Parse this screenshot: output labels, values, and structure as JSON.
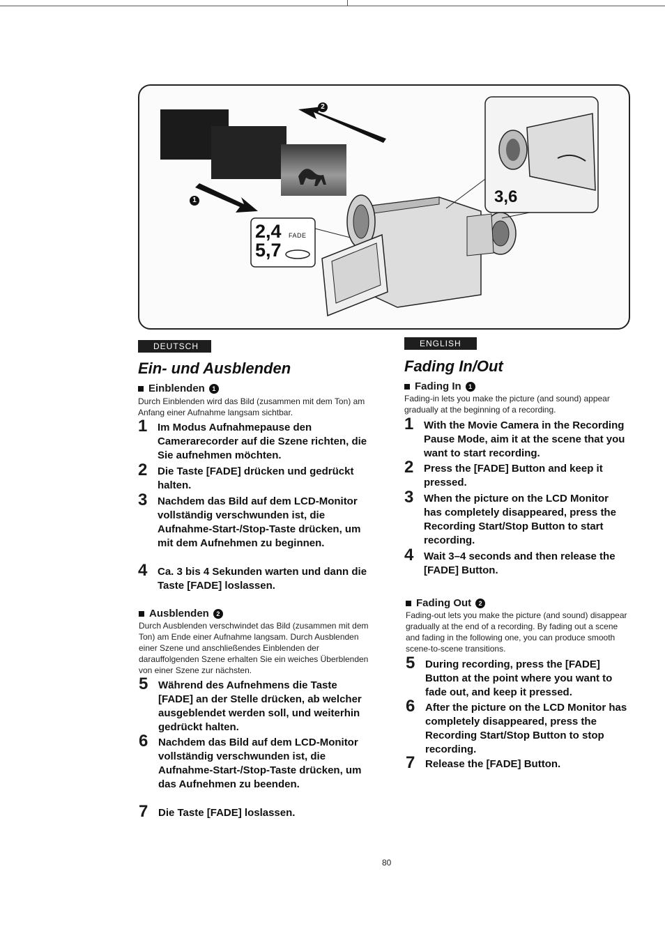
{
  "figure": {
    "callouts": {
      "steps_a": "2,4",
      "steps_b": "5,7",
      "steps_c": "3,6",
      "button_label": "FADE"
    },
    "markers": {
      "fade_in": "1",
      "fade_out": "2"
    }
  },
  "deutsch": {
    "lang_tag": "DEUTSCH",
    "title": "Ein- und Ausblenden",
    "fade_in": {
      "heading": "Einblenden",
      "marker": "1",
      "intro": "Durch Einblenden wird das Bild (zusammen mit dem Ton) am Anfang einer Aufnahme langsam sichtbar.",
      "steps": [
        {
          "n": "1",
          "text": "Im Modus Aufnahmepause den Camerarecorder auf die Szene richten, die Sie aufnehmen möchten."
        },
        {
          "n": "2",
          "text": "Die Taste [FADE] drücken und gedrückt halten."
        },
        {
          "n": "3",
          "text": "Nachdem das Bild auf dem LCD-Monitor vollständig verschwunden ist, die Aufnahme-Start-/Stop-Taste drücken, um mit dem Aufnehmen zu beginnen."
        },
        {
          "n": "4",
          "text": "Ca. 3 bis 4 Sekunden warten und dann die Taste [FADE] loslassen."
        }
      ]
    },
    "fade_out": {
      "heading": "Ausblenden",
      "marker": "2",
      "intro": "Durch Ausblenden verschwindet das Bild (zusammen mit dem Ton) am Ende einer Aufnahme langsam. Durch Ausblenden einer Szene und anschließendes Einblenden der darauffolgenden Szene erhalten Sie ein weiches Überblenden von einer Szene zur nächsten.",
      "steps": [
        {
          "n": "5",
          "text": "Während des Aufnehmens die Taste [FADE] an der Stelle drücken, ab welcher ausgeblendet werden soll, und weiterhin gedrückt halten."
        },
        {
          "n": "6",
          "text": "Nachdem das Bild auf dem LCD-Monitor vollständig verschwunden ist, die Aufnahme-Start-/Stop-Taste drücken, um das Aufnehmen zu beenden."
        },
        {
          "n": "7",
          "text": "Die Taste [FADE] loslassen."
        }
      ]
    }
  },
  "english": {
    "lang_tag": "ENGLISH",
    "title": "Fading In/Out",
    "fade_in": {
      "heading": "Fading In",
      "marker": "1",
      "intro": "Fading-in lets you make the picture (and sound) appear gradually at the beginning of a recording.",
      "steps": [
        {
          "n": "1",
          "text": "With the Movie Camera in the Recording Pause Mode, aim it at the scene that you want to start recording."
        },
        {
          "n": "2",
          "text": "Press the [FADE] Button and keep it pressed."
        },
        {
          "n": "3",
          "text": "When the picture on the LCD Monitor has completely disappeared, press the Recording Start/Stop Button to start recording."
        },
        {
          "n": "4",
          "text": "Wait 3–4 seconds and then release the [FADE] Button."
        }
      ]
    },
    "fade_out": {
      "heading": "Fading Out",
      "marker": "2",
      "intro": "Fading-out lets you make the picture (and sound) disappear gradually at the end of a recording. By fading out a scene and fading in the following one, you can produce smooth scene-to-scene transitions.",
      "steps": [
        {
          "n": "5",
          "text": "During recording, press the [FADE] Button at the point where you want to fade out, and keep it pressed."
        },
        {
          "n": "6",
          "text": "After the picture on the LCD Monitor has completely disappeared, press the Recording Start/Stop Button to stop recording."
        },
        {
          "n": "7",
          "text": "Release the [FADE] Button."
        }
      ]
    }
  },
  "page_number": "80"
}
